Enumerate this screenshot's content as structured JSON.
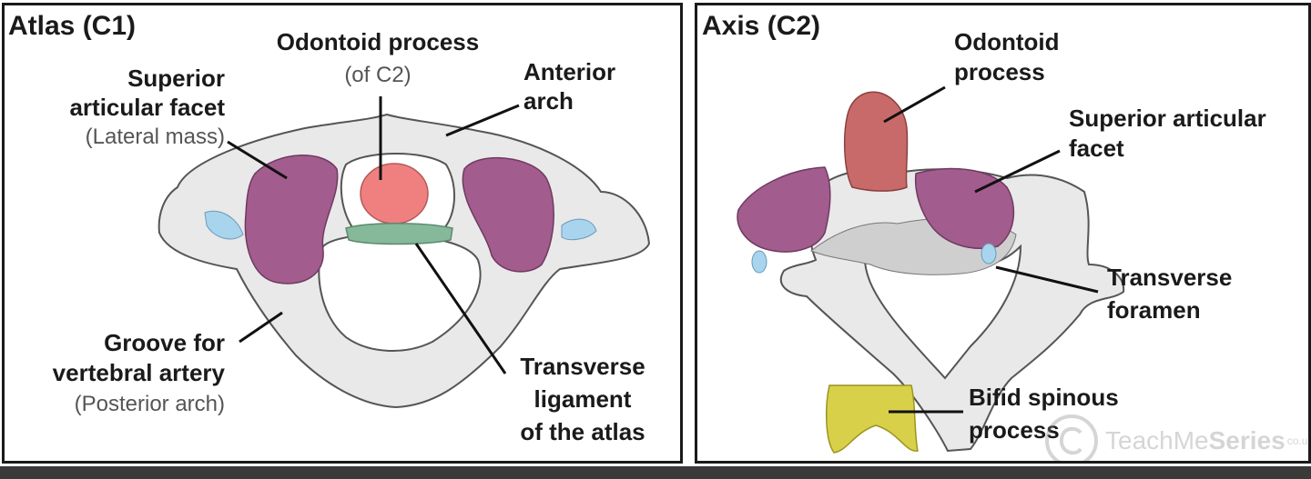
{
  "atlas": {
    "title": "Atlas (C1)",
    "labels": {
      "odontoid": "Odontoid process",
      "odontoid_sub": "(of C2)",
      "superior_1": "Superior",
      "superior_2": "articular facet",
      "superior_sub": "(Lateral mass)",
      "anterior_1": "Anterior",
      "anterior_2": "arch",
      "groove_1": "Groove for",
      "groove_2": "vertebral artery",
      "groove_sub": "(Posterior arch)",
      "transverse_1": "Transverse",
      "transverse_2": "ligament",
      "transverse_3": "of the atlas"
    }
  },
  "axis": {
    "title": "Axis (C2)",
    "labels": {
      "odontoid_1": "Odontoid",
      "odontoid_2": "process",
      "superior_1": "Superior articular",
      "superior_2": "facet",
      "foramen_1": "Transverse",
      "foramen_2": "foramen",
      "bifid_1": "Bifid spinous",
      "bifid_2": "process"
    },
    "watermark": {
      "text_light": "TeachMe",
      "text_bold": "Series",
      "suffix": "co.uk"
    }
  },
  "colors": {
    "odontoid": "#f08080",
    "facet": "#a35c8e",
    "ligament": "#86b89a",
    "foramen": "#a9d4ee",
    "spinous": "#d9d04a",
    "bone": "#e9e9e9",
    "odontoid_axis": "#c86a6a"
  }
}
